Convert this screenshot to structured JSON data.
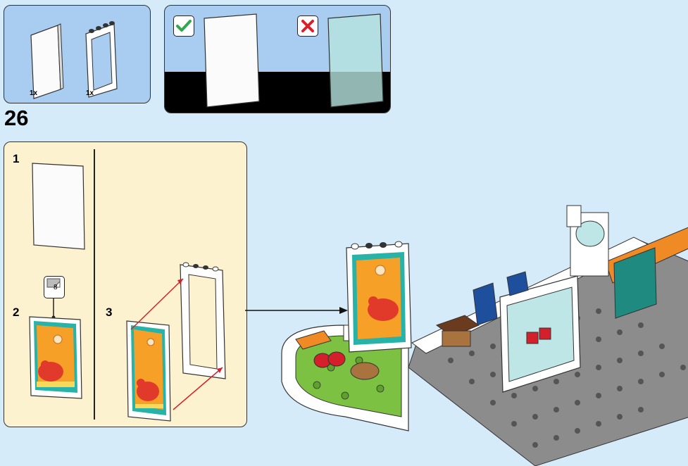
{
  "step": {
    "number": "26"
  },
  "parts_callout": {
    "items": [
      {
        "name": "glass pane",
        "qty": "1x"
      },
      {
        "name": "window frame",
        "qty": "1x"
      }
    ]
  },
  "comparison": {
    "correct_icon": "check-icon",
    "wrong_icon": "cross-icon",
    "colors": {
      "correct": "#2fa84f",
      "wrong": "#d9202a"
    }
  },
  "substeps": {
    "labels": [
      "1",
      "2",
      "3"
    ],
    "sticker": {
      "number": "8"
    }
  },
  "colors": {
    "background": "#d6ebfa",
    "callout": "#a9cdf1",
    "substep_panel": "#fdf2cf",
    "arrow": "#d3202a"
  }
}
